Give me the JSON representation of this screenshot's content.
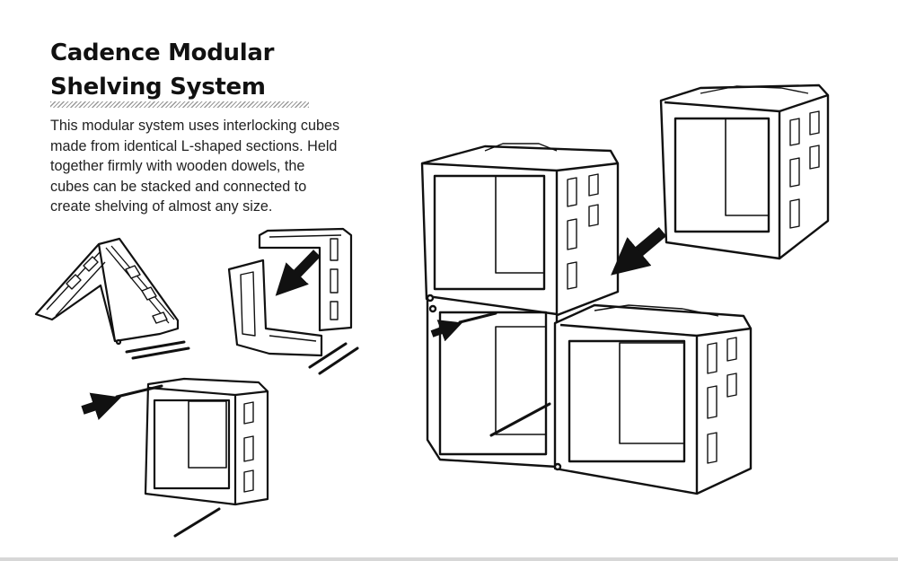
{
  "title": {
    "line1": "Cadence Modular",
    "line2": "Shelving System"
  },
  "description": [
    "This modular system uses interlocking cubes",
    "made from identical L-shaped sections. Held",
    "together firmly with wooden dowels, the",
    "cubes can be stacked and connected to",
    "create shelving of almost any size."
  ],
  "colors": {
    "ink": "#111111",
    "paper": "#ffffff",
    "hatch": "#9a9a9a"
  },
  "icons": [
    "arrow-icon",
    "dowel-icon"
  ]
}
